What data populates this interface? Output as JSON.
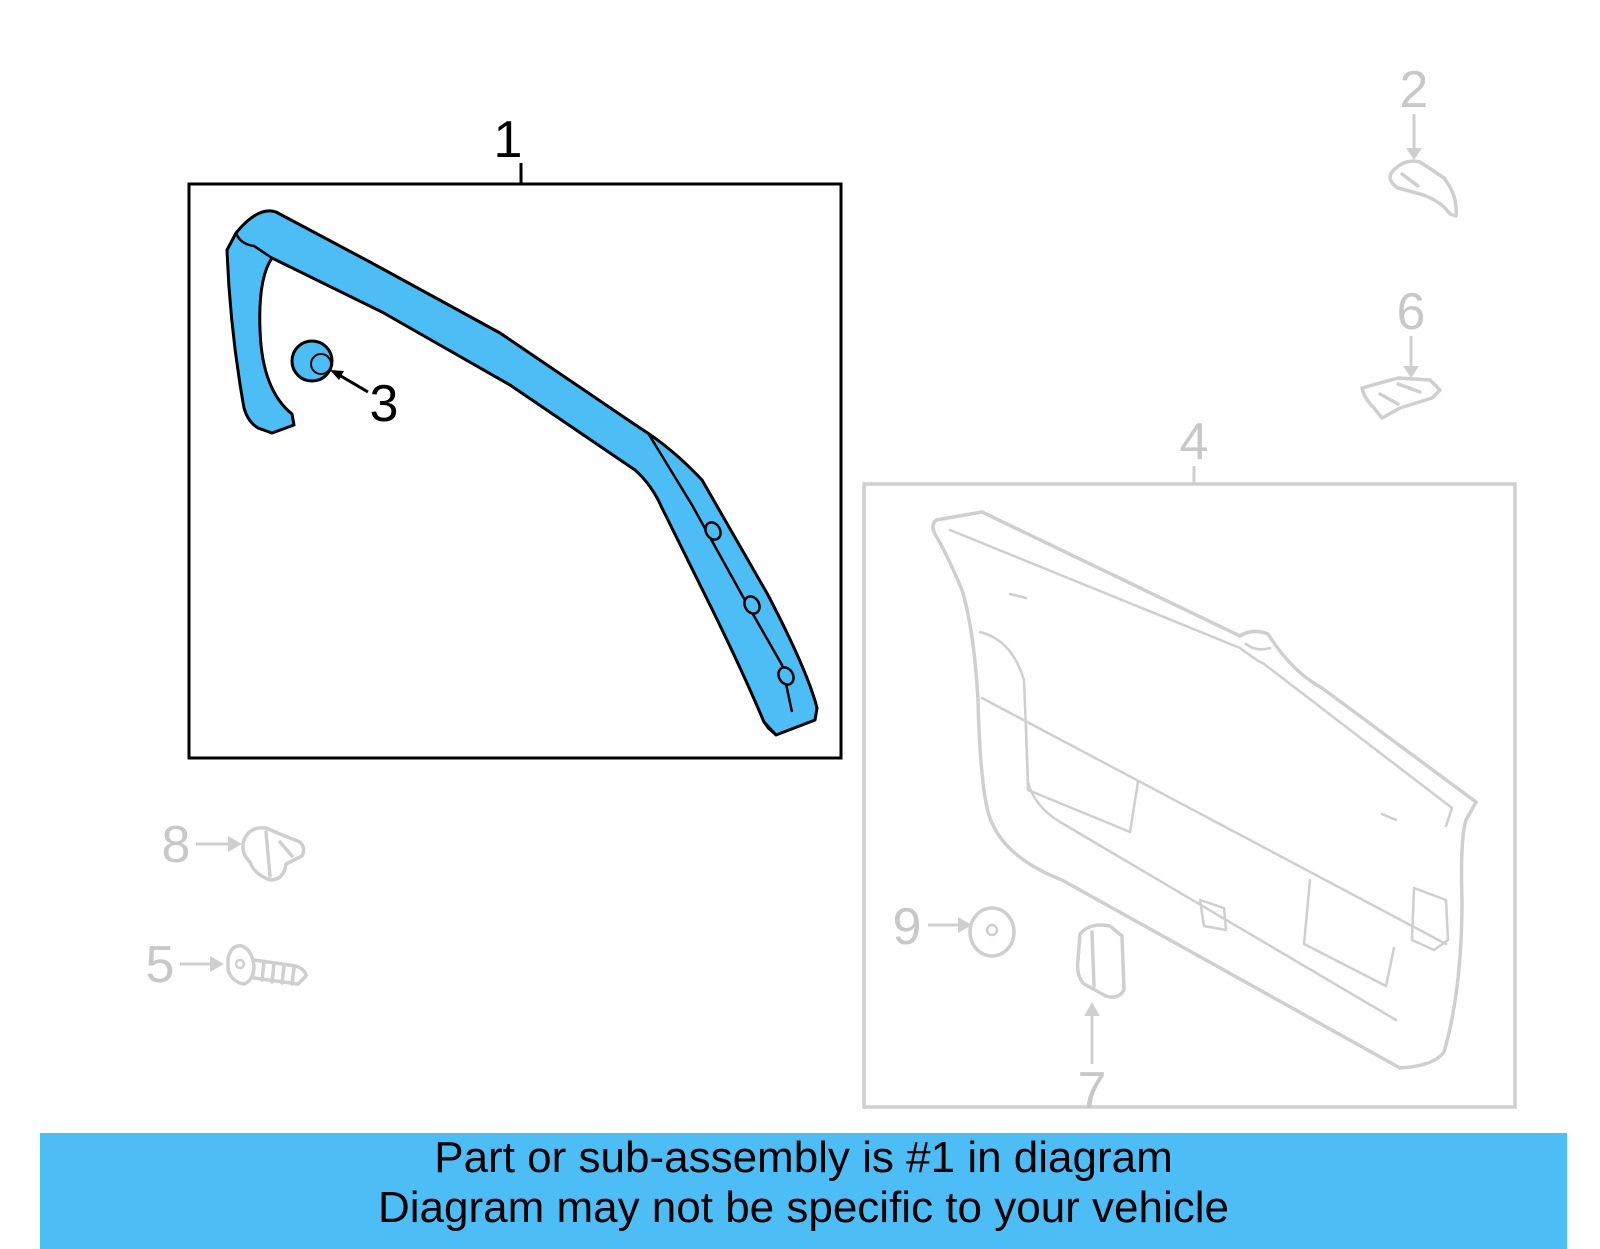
{
  "callouts": {
    "c1": "1",
    "c2": "2",
    "c3": "3",
    "c4": "4",
    "c5": "5",
    "c6": "6",
    "c7": "7",
    "c8": "8",
    "c9": "9"
  },
  "highlighted_part": "1",
  "colors": {
    "highlight": "#4dbdf5",
    "banner": "#4dbdf5",
    "muted_part": "#cfcfcf",
    "outline": "#000000"
  },
  "banner": {
    "line1": "Part or sub-assembly is #1 in diagram",
    "line2": "Diagram may not be specific to your vehicle"
  }
}
